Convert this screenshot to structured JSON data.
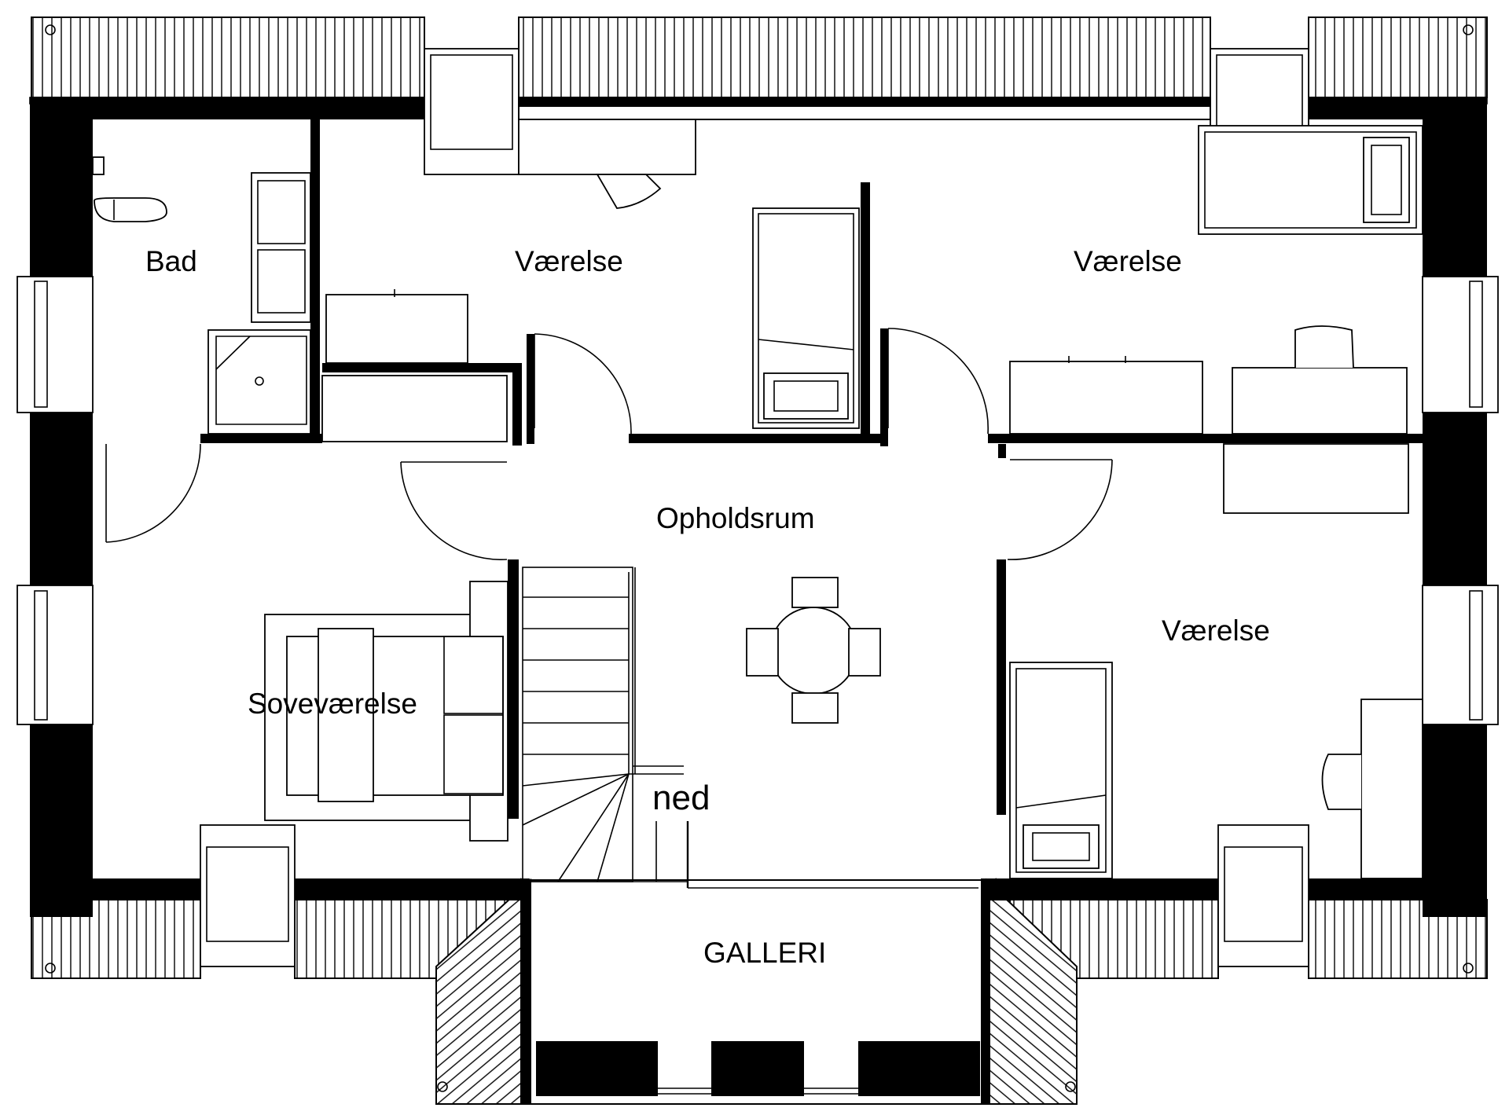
{
  "plan": {
    "rooms": {
      "bad": "Bad",
      "vaerelse_1": "Værelse",
      "vaerelse_2": "Værelse",
      "vaerelse_3": "Værelse",
      "opholdsrum": "Opholdsrum",
      "sovevaerelse": "Soveværelse",
      "galleri": "GALLERI"
    },
    "stair_label": "ned"
  }
}
